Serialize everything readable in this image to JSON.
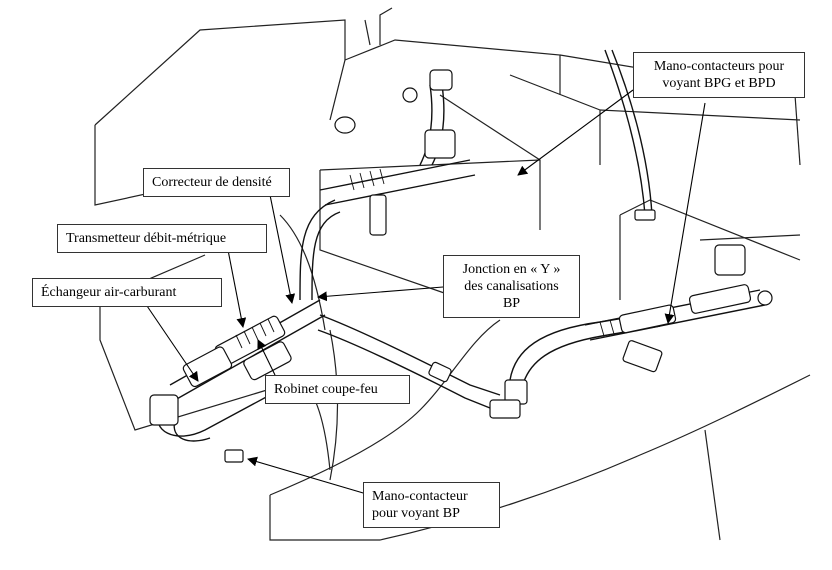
{
  "labels": {
    "mano_contacteurs_bpg_bpd": {
      "line1": "Mano-contacteurs pour",
      "line2": "voyant BPG et BPD"
    },
    "correcteur_densite": "Correcteur de densité",
    "transmetteur_debit": "Transmetteur débit-métrique",
    "echangeur": "Échangeur air-carburant",
    "jonction_y": {
      "line1": "Jonction en « Y »",
      "line2": "des canalisations",
      "line3": "BP"
    },
    "robinet_coupe_feu": "Robinet coupe-feu",
    "mano_contacteur_bp": {
      "line1": "Mano-contacteur",
      "line2": "pour voyant BP"
    }
  }
}
